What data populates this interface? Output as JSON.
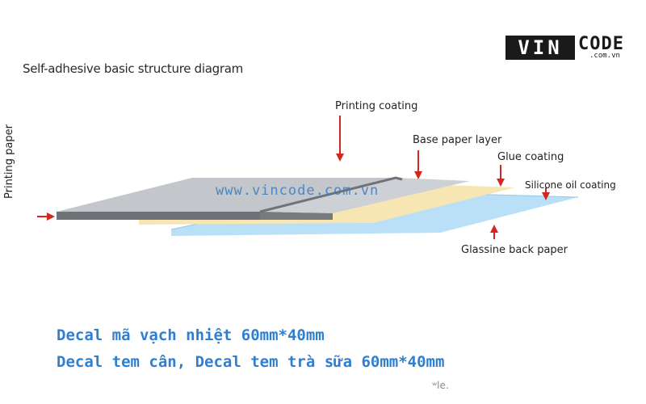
{
  "diagram": {
    "title": "Self-adhesive basic structure diagram",
    "labels": {
      "printing_paper": "Printing paper",
      "printing_coating": "Printing coating",
      "base_paper_layer": "Base paper layer",
      "glue_coating": "Glue coating",
      "silicone_oil_coating": "Silicone oil coating",
      "glassine_back_paper": "Glassine back paper"
    },
    "colors": {
      "printing_layer": "#a7aaae",
      "glue_layer": "#f7e6b4",
      "glassine_layer": "#b9e0f7",
      "arrow": "#d4261c"
    }
  },
  "logo": {
    "box_text": "VIN",
    "text": "CODE",
    "domain": ".com.vn"
  },
  "watermark": "www.vincode.com.vn",
  "captions": [
    "Decal mã vạch nhiệt 60mm*40mm",
    "Decal tem cân, Decal tem trà sữa 60mm*40mm"
  ],
  "stray_text": "ʷle."
}
